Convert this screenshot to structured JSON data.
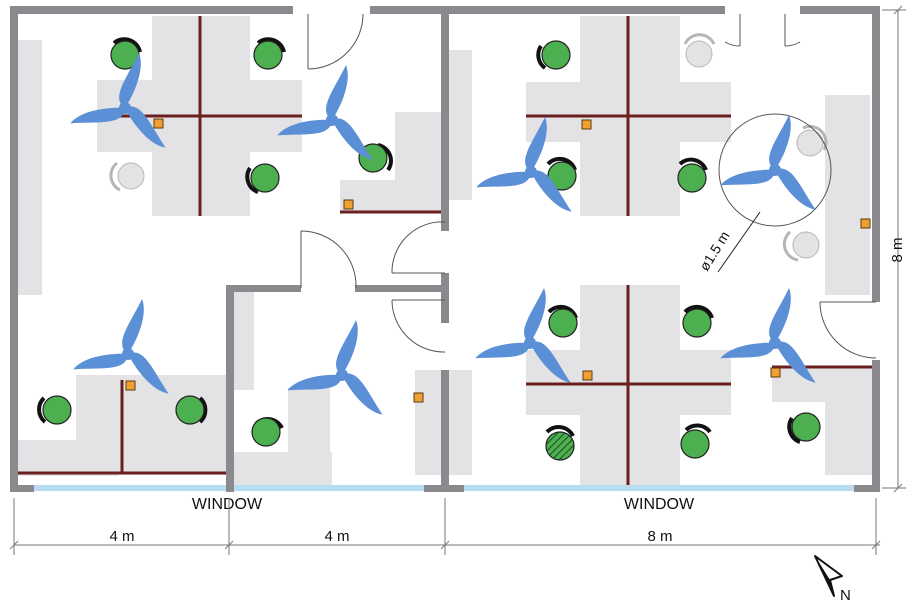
{
  "labels": {
    "window_left": "WINDOW",
    "window_right": "WINDOW",
    "dim_left": "4 m",
    "dim_middle": "4 m",
    "dim_right": "8 m",
    "dim_height": "8 m",
    "diameter": "ø1.5 m",
    "north": "N"
  },
  "colors": {
    "wall": "#8a8a8e",
    "partition": "#6b1f1f",
    "desk": "#e3e3e5",
    "chair_green": "#4caf50",
    "fan_blue": "#5b8fd6",
    "outlet_orange": "#f0a030",
    "window_blue": "#b8dcef"
  },
  "icons": {
    "fan": "ceiling-fan-icon",
    "chair": "chair-icon",
    "outlet": "outlet-icon",
    "north_arrow": "north-arrow-icon"
  }
}
